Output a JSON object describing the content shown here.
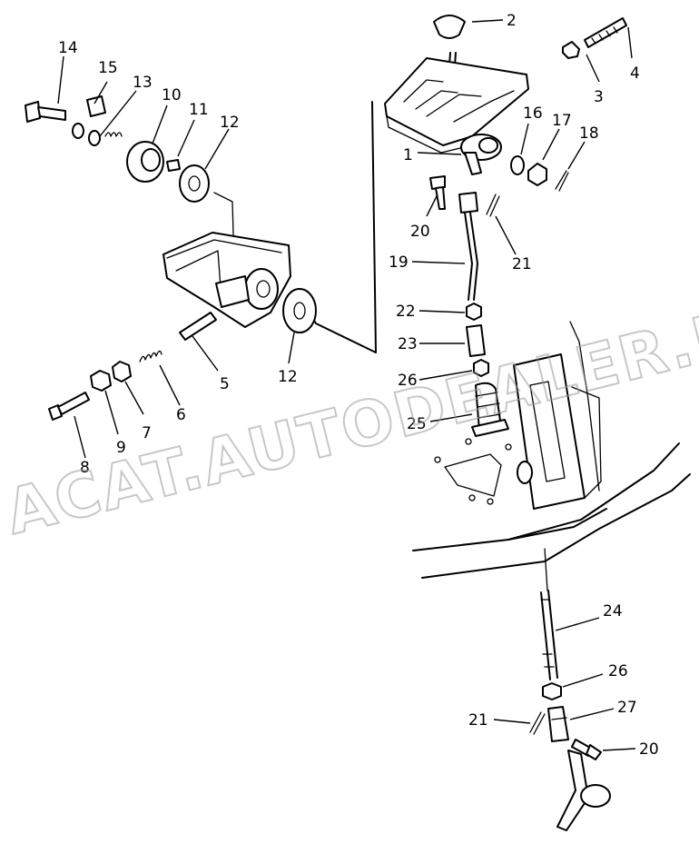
{
  "watermark": "ACAT.AUTODEALER.RU",
  "callouts": {
    "c1": "1",
    "c2": "2",
    "c3": "3",
    "c4": "4",
    "c5": "5",
    "c6": "6",
    "c7": "7",
    "c8": "8",
    "c9": "9",
    "c10": "10",
    "c11": "11",
    "c12a": "12",
    "c12b": "12",
    "c13": "13",
    "c14": "14",
    "c15": "15",
    "c16": "16",
    "c17": "17",
    "c18": "18",
    "c19": "19",
    "c20a": "20",
    "c20b": "20",
    "c21a": "21",
    "c21b": "21",
    "c22": "22",
    "c23": "23",
    "c24": "24",
    "c25": "25",
    "c26a": "26",
    "c26b": "26",
    "c27": "27"
  }
}
